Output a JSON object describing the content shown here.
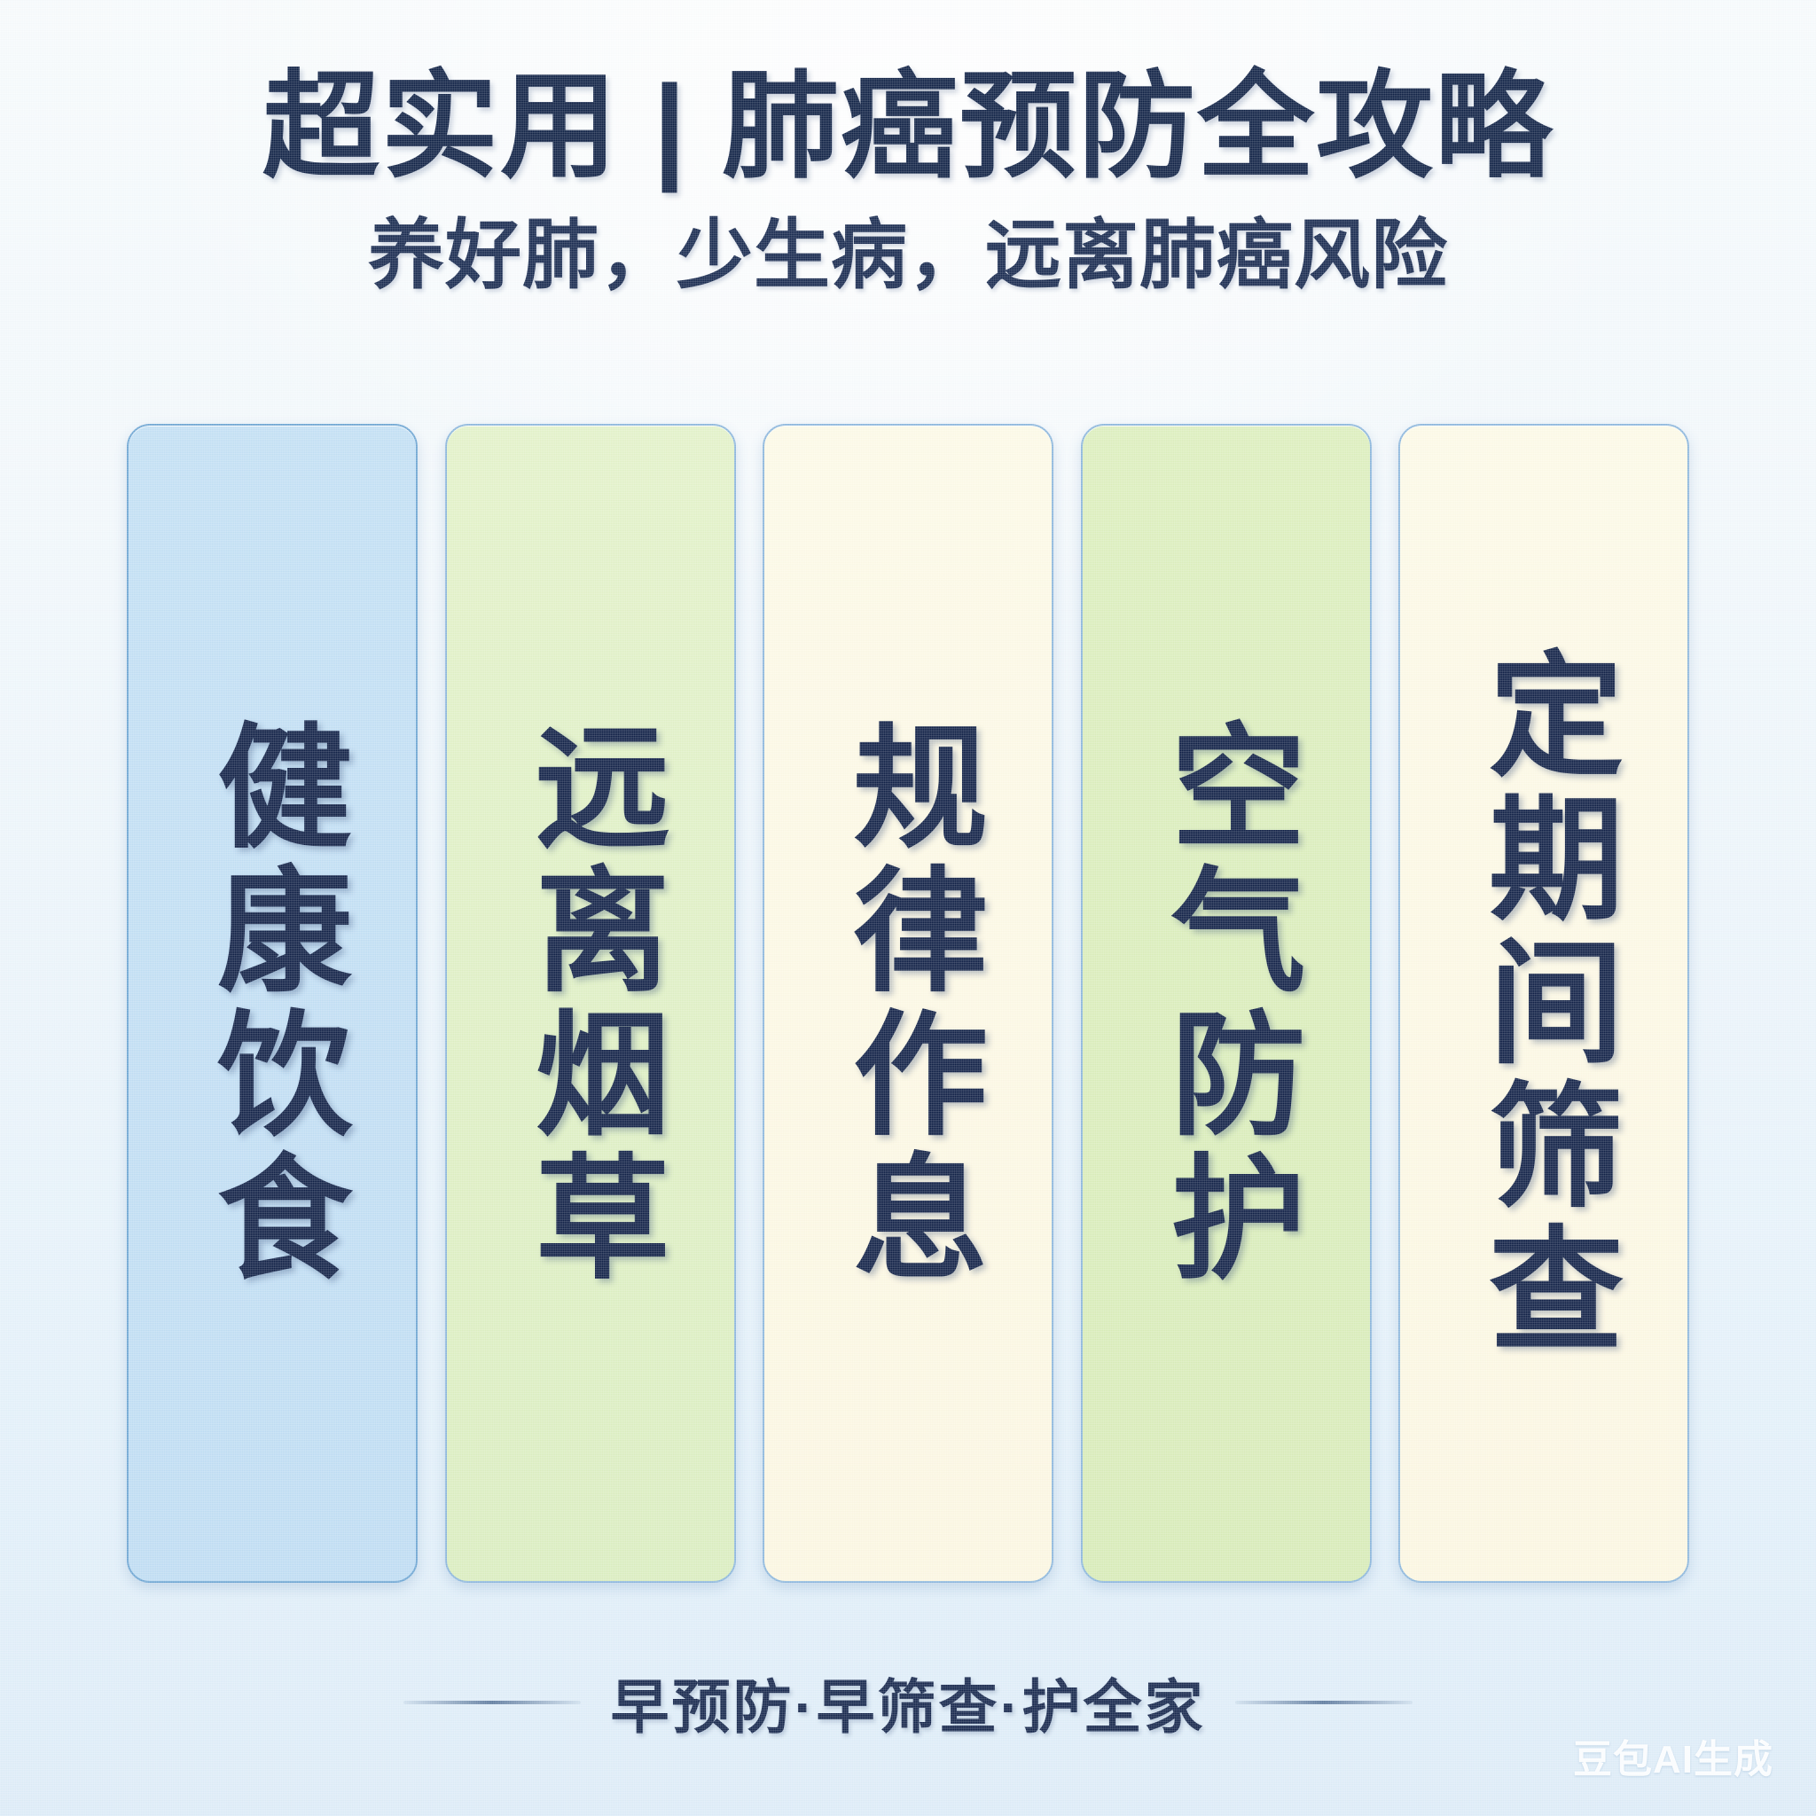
{
  "header": {
    "title": "超实用 | 肺癌预防全攻略",
    "subtitle": "养好肺，少生病，远离肺癌风险"
  },
  "cards": [
    {
      "label": "健康饮食",
      "bg_top": "#c3e0f5",
      "bg_bottom": "#bfddf4",
      "border": "#6ea6d4"
    },
    {
      "label": "远离烟草",
      "bg_top": "#e3f2c9",
      "bg_bottom": "#dbeec0",
      "border": "#8cb7dd"
    },
    {
      "label": "规律作息",
      "bg_top": "#fdfae7",
      "bg_bottom": "#fcf7e2",
      "border": "#8cb7dd"
    },
    {
      "label": "空气防护",
      "bg_top": "#ddefbe",
      "bg_bottom": "#d8ecb8",
      "border": "#8cb7dd"
    },
    {
      "label": "定期间筛查",
      "bg_top": "#fdfae7",
      "bg_bottom": "#fcf7e2",
      "border": "#8cb7dd"
    }
  ],
  "footer": {
    "text": "早预防·早筛查·护全家"
  },
  "watermark": {
    "text": "豆包AI生成"
  },
  "colors": {
    "ink": "#0f2145",
    "background_top": "#f7fbfd",
    "background_bottom": "#ddecf8",
    "rule": "#547298"
  }
}
